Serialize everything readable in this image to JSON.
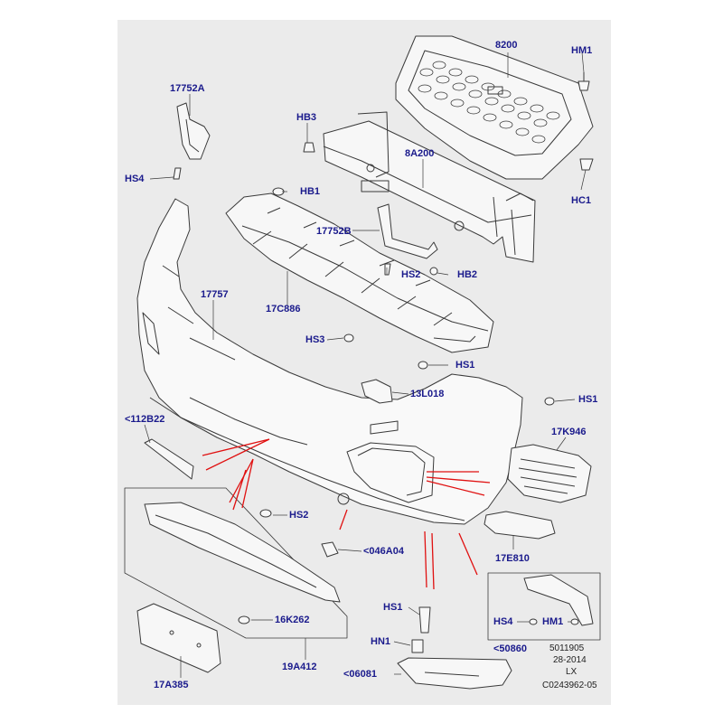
{
  "labels": {
    "p8200": "8200",
    "hm1_top": "HM1",
    "p17752a": "17752A",
    "hb3": "HB3",
    "p8a200": "8A200",
    "hs4_left": "HS4",
    "hb1": "HB1",
    "hc1": "HC1",
    "p17752b": "17752B",
    "hs2_top": "HS2",
    "hb2": "HB2",
    "p17757": "17757",
    "p17c886": "17C886",
    "hs3": "HS3",
    "hs1_mid": "HS1",
    "p13l018": "13L018",
    "hs1_right": "HS1",
    "p112b22": "<112B22",
    "p17k946": "17K946",
    "hs2_low": "HS2",
    "p046a04": "<046A04",
    "p17e810": "17E810",
    "hs1_low": "HS1",
    "hs4_box": "HS4",
    "hm1_box": "HM1",
    "p16k262": "16K262",
    "hn1": "HN1",
    "p50860": "<50860",
    "p19a412": "19A412",
    "p06081": "<06081",
    "p17a385": "17A385"
  },
  "info": {
    "line1": "5011905",
    "line2": "28-2014",
    "line3": "LX",
    "line4": "C0243962-05"
  },
  "colors": {
    "background": "#ebebeb",
    "label": "#1a1a8c",
    "linework": "#3a3a3a",
    "arrows": "#e01010"
  }
}
